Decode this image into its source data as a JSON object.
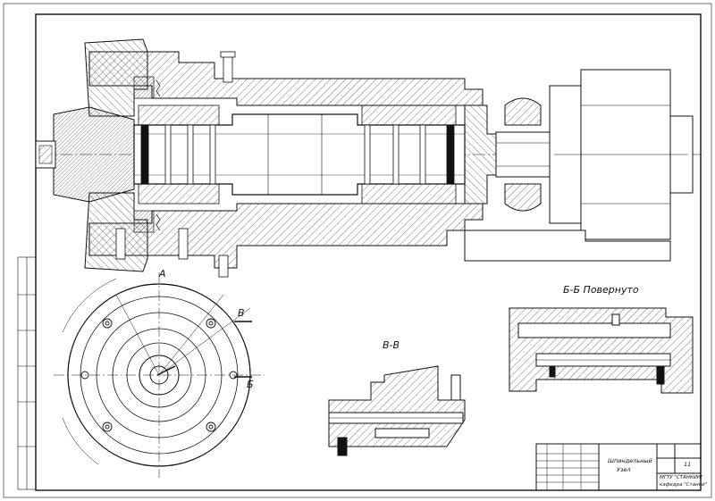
{
  "sections": {
    "a_marker": "А",
    "bb_title": "Б-Б Повернуто",
    "vv_title": "В-В",
    "v_marker": "В",
    "b_marker": "Б"
  },
  "title_block": {
    "title_line1": "Шпиндельный",
    "title_line2": "Узел",
    "sheet_number": "11",
    "org_line1": "МГТУ \"СТАНКИН\"",
    "org_line2": "кафедра \"Станки\""
  },
  "colors": {
    "line": "#111111",
    "hatch": "#444444",
    "paper": "#ffffff"
  }
}
